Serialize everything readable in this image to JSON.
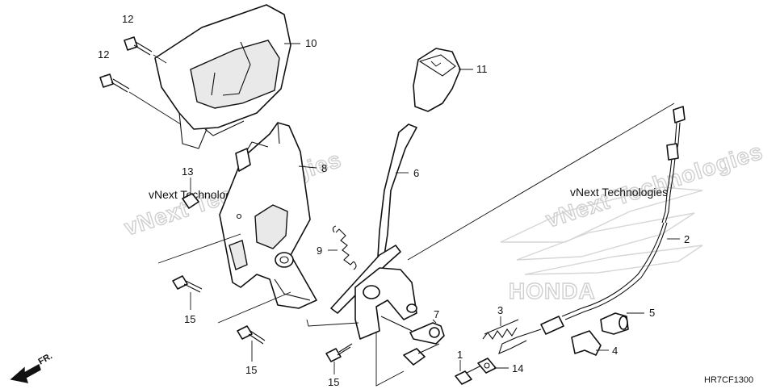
{
  "watermarks": {
    "left_text": "vNext Technologies",
    "right_text": "vNext Technologies"
  },
  "background_logo": "HONDA",
  "diagram_code": "HR7CF1300",
  "front_indicator": "FR.",
  "callouts": {
    "c1": "1",
    "c2": "2",
    "c3": "3",
    "c4": "4",
    "c5": "5",
    "c6": "6",
    "c7": "7",
    "c8": "8",
    "c9": "9",
    "c10": "10",
    "c11": "11",
    "c12a": "12",
    "c12b": "12",
    "c13": "13",
    "c14": "14",
    "c15a": "15",
    "c15b": "15",
    "c15c": "15"
  }
}
